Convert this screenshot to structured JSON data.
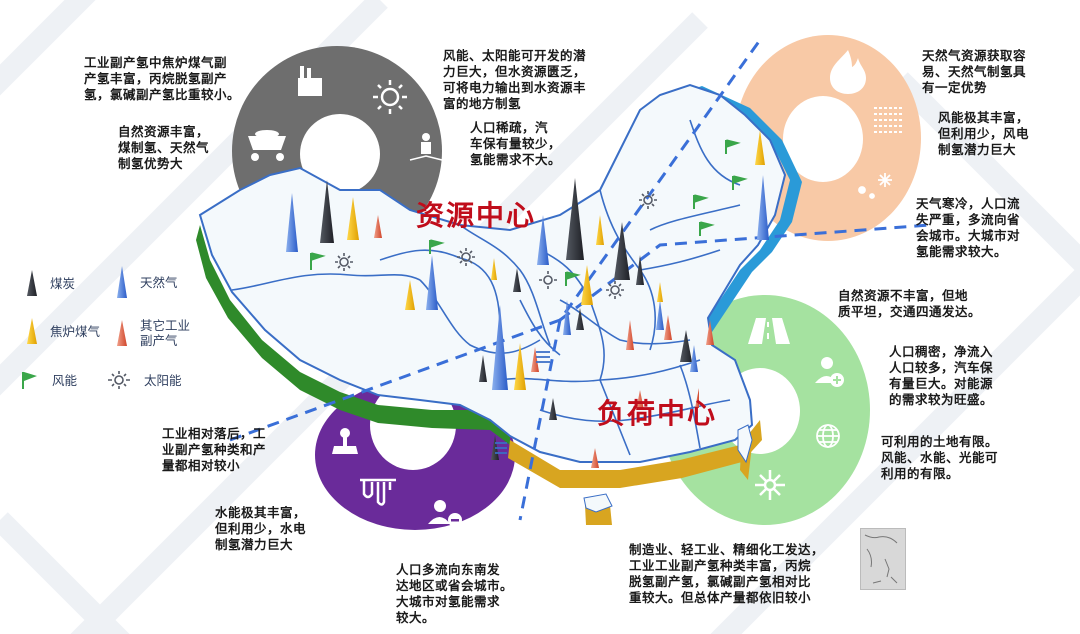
{
  "regions": {
    "resource_center": {
      "label": "资源中心",
      "color": "#c00d1b"
    },
    "load_center": {
      "label": "负荷中心",
      "color": "#c00d1b"
    }
  },
  "rings": {
    "northwest": {
      "color": "#6e6e6e",
      "icons": [
        "factory-icon",
        "sun-icon",
        "mine-cart-icon",
        "wind-turbine-icon"
      ]
    },
    "northeast": {
      "color": "#f8c9a6",
      "icons": [
        "flame-icon",
        "wind-lines-icon",
        "snowflake-icon"
      ]
    },
    "southwest": {
      "color": "#6a2b9a",
      "icons": [
        "joystick-icon",
        "icicle-icon",
        "user-minus-icon"
      ]
    },
    "east": {
      "color": "#a5e2a0",
      "icons": [
        "road-icon",
        "user-plus-icon",
        "globe-icon",
        "snowflake-icon"
      ]
    }
  },
  "notes": {
    "nw_industrial": "工业副产氢中焦炉煤气副\n产氢丰富，丙烷脱氢副产\n氢，氯碱副产氢比重较小。",
    "nw_resources": "自然资源丰富，\n煤制氢、天然气\n制氢优势大",
    "nw_wind_solar": "风能、太阳能可开发的潜\n力巨大，但水资源匮乏，\n可将电力输出到水资源丰\n富的地方制氢",
    "nw_population": "人口稀疏，汽\n车保有量较少，\n氢能需求不大。",
    "ne_gas": "天然气资源获取容\n易、天然气制氢具\n有一定优势",
    "ne_wind": "风能极其丰富，\n但利用少，风电\n制氢潜力巨大",
    "ne_population": "天气寒冷，人口流\n失严重，多流向省\n会城市。大城市对\n氢能需求较大。",
    "e_terrain": "自然资源不丰富，但地\n质平坦，交通四通发达。",
    "e_population": "人口稠密，净流入\n人口较多，汽车保\n有量巨大。对能源\n的需求较为旺盛。",
    "e_land": "可利用的土地有限。\n风能、水能、光能可\n利用的有限。",
    "e_industry": "制造业、轻工业、精细化工发达，\n工业工业副产氢种类丰富，丙烷\n脱氢副产氢，氯碱副产氢相对比\n重较大。但总体产量都依旧较小",
    "sw_industry": "工业相对落后，工\n业副产氢种类和产\n量都相对较小",
    "sw_hydro": "水能极其丰富，\n但利用少，水电\n制氢潜力巨大",
    "sw_population": "人口多流向东南发\n达地区或省会城市。\n大城市对氢能需求\n较大。"
  },
  "legend": {
    "items": [
      {
        "label": "煤炭",
        "icon": "coal-spike-icon",
        "color": "#2e3138"
      },
      {
        "label": "天然气",
        "icon": "gas-spike-icon",
        "color": "#3a6fd8"
      },
      {
        "label": "焦炉煤气",
        "icon": "coke-gas-spike-icon",
        "color": "#f2b705"
      },
      {
        "label": "其它工业\n副产气",
        "icon": "other-gas-spike-icon",
        "color": "#e0593a"
      },
      {
        "label": "风能",
        "icon": "wind-flag-icon",
        "color": "#3aa64a"
      },
      {
        "label": "太阳能",
        "icon": "solar-icon",
        "color": "#555a66"
      }
    ]
  },
  "map_colors": {
    "land": "#f4f9fc",
    "border": "#3a6ec6",
    "west_edge": "#2f8a2a",
    "south_edge": "#d8a520",
    "east_edge": "#2a9ad8",
    "divider": "#3a6fd8"
  }
}
